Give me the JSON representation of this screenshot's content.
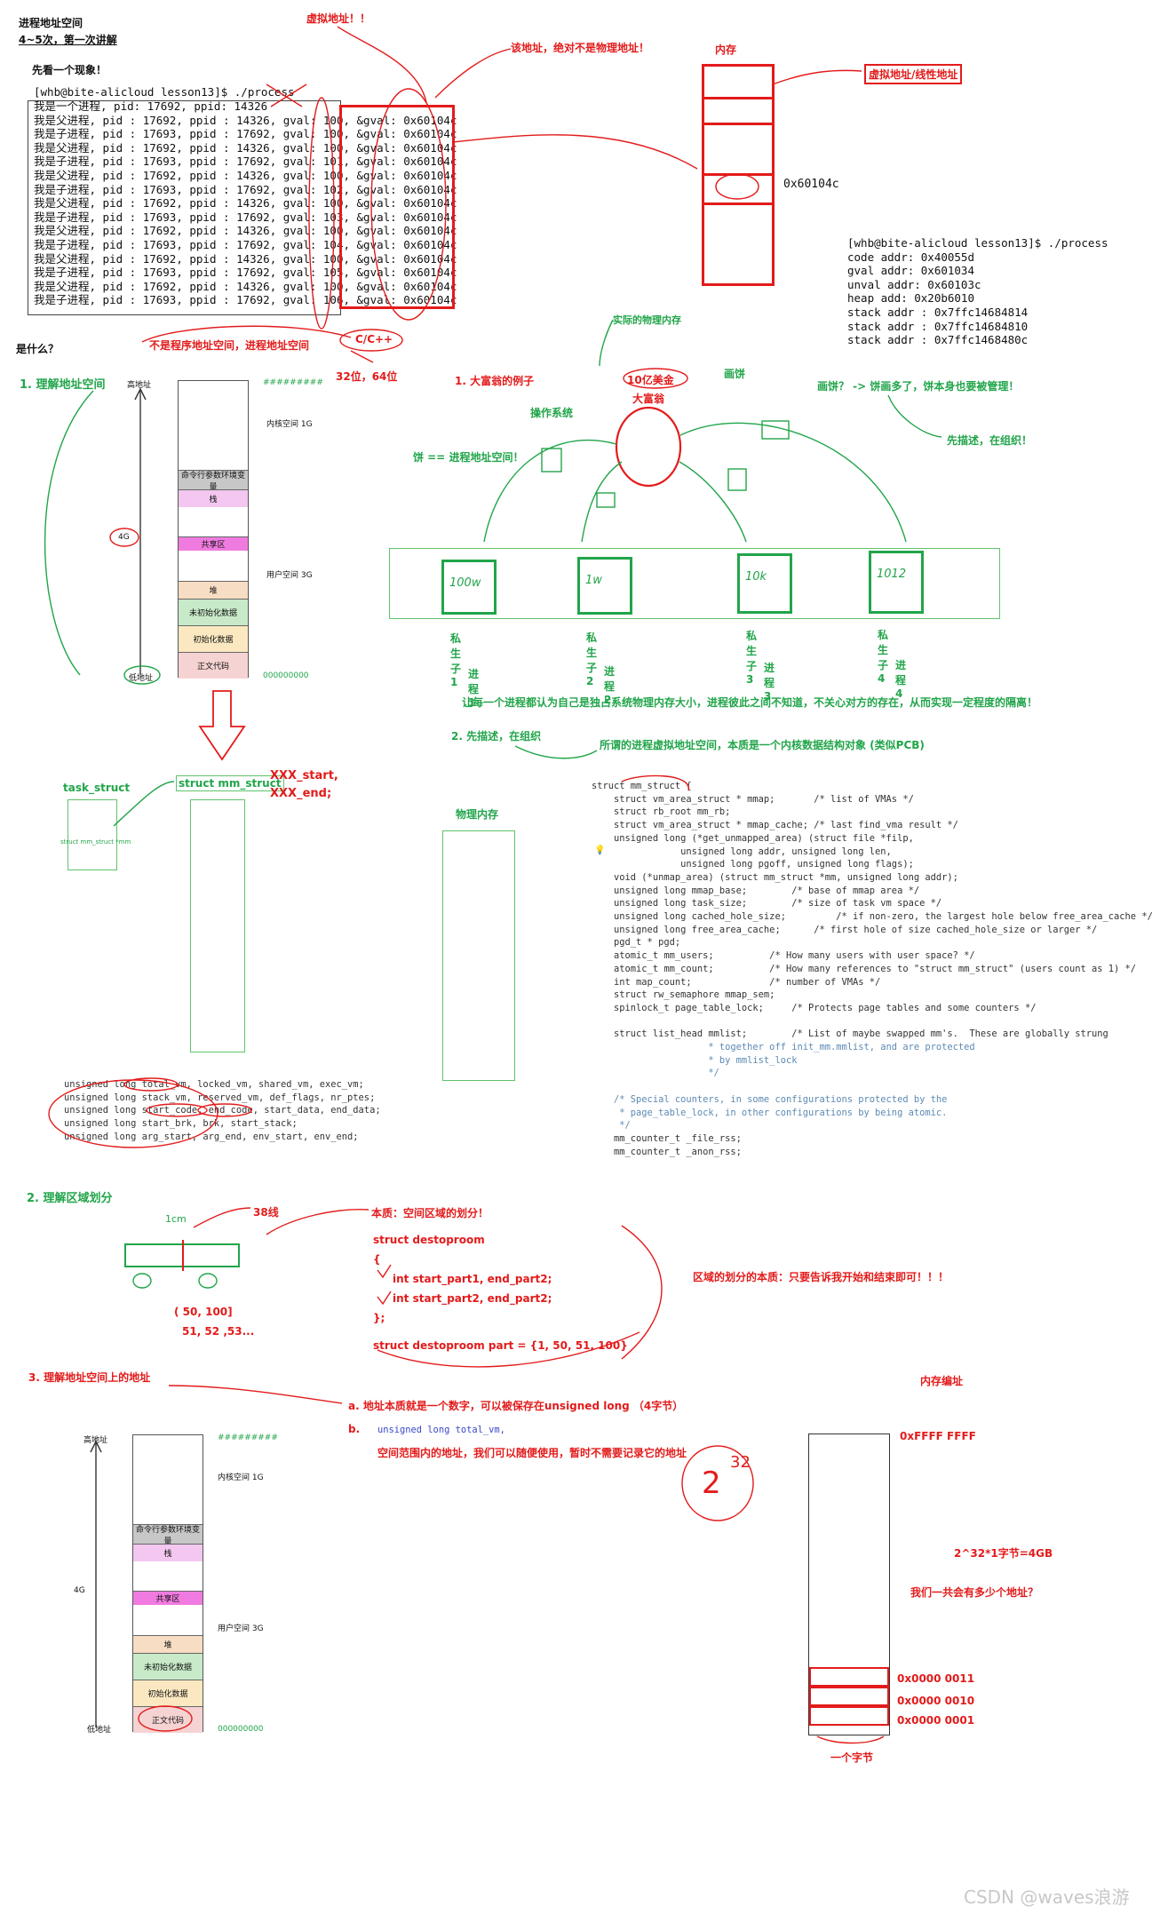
{
  "header": {
    "title": "进程地址空间",
    "subtitle": "4~5次，第一次讲解",
    "phenomenon": "先看一个现象！"
  },
  "terminal1": {
    "prompt": "[whb@bite-alicloud lesson13]$ ./process",
    "lines": [
      "我是一个进程, pid: 17692, ppid: 14326",
      "我是父进程, pid : 17692, ppid : 14326, gval: 100, &gval: 0x60104c",
      "我是子进程, pid : 17693, ppid : 17692, gval: 100, &gval: 0x60104c",
      "我是父进程, pid : 17692, ppid : 14326, gval: 100, &gval: 0x60104c",
      "我是子进程, pid : 17693, ppid : 17692, gval: 101, &gval: 0x60104c",
      "我是父进程, pid : 17692, ppid : 14326, gval: 100, &gval: 0x60104c",
      "我是子进程, pid : 17693, ppid : 17692, gval: 102, &gval: 0x60104c",
      "我是父进程, pid : 17692, ppid : 14326, gval: 100, &gval: 0x60104c",
      "我是子进程, pid : 17693, ppid : 17692, gval: 103, &gval: 0x60104c",
      "我是父进程, pid : 17692, ppid : 14326, gval: 100, &gval: 0x60104c",
      "我是子进程, pid : 17693, ppid : 17692, gval: 104, &gval: 0x60104c",
      "我是父进程, pid : 17692, ppid : 14326, gval: 100, &gval: 0x60104c",
      "我是子进程, pid : 17693, ppid : 17692, gval: 105, &gval: 0x60104c",
      "我是父进程, pid : 17692, ppid : 14326, gval: 100, &gval: 0x60104c",
      "我是子进程, pid : 17693, ppid : 17692, gval: 106, &gval: 0x60104c"
    ]
  },
  "terminal2": {
    "lines": [
      "[whb@bite-alicloud lesson13]$ ./process",
      "code addr: 0x40055d",
      "gval addr: 0x601034",
      "unval addr: 0x60103c",
      "heap add: 0x20b6010",
      "stack addr : 0x7ffc14684814",
      "stack addr : 0x7ffc14684810",
      "stack addr : 0x7ffc1468480c"
    ]
  },
  "annotations": {
    "virtual_addr": "虚拟地址！！",
    "not_physical": "该地址，绝对不是物理地址！",
    "memory": "内存",
    "virtual_linear": "虚拟地址/线性地址",
    "mem_addr": "0x60104c",
    "what_is": "是什么？",
    "not_program_space": "不是程序地址空间，进程地址空间",
    "cpp": "C/C++",
    "bits": "32位，64位",
    "understand_space": "1. 理解地址空间",
    "real_phys": "实际的物理内存",
    "rich_example": "1. 大富翁的例子",
    "billion": "10亿美金",
    "rich_man": "大富翁",
    "draw_cake": "画饼",
    "os": "操作系统",
    "cake_many": "画饼？ -> 饼画多了，饼本身也要被管理！",
    "describe_first": "先描述，在组织！",
    "cake_eq": "饼 == 进程地址空间！",
    "isolation": "让每一个进程都认为自己是独占系统物理内存大小，进程彼此之间不知道，不关心对方的存在，从而实现一定程度的隔离！",
    "describe_organize": "2. 先描述，在组织",
    "kernel_struct": "所谓的进程虚拟地址空间，本质是一个内核数据结构对象 (类似PCB)",
    "phys_mem": "物理内存",
    "task_struct": "task_struct",
    "mm_struct": "struct mm_struct",
    "xxx": "XXX_start,\nXXX_end;",
    "mm_ptr": "struct mm_struct *mm",
    "region": "2. 理解区域划分",
    "line38": "38线",
    "essence": "本质：空间区域的划分！",
    "struct_def": [
      "struct destoproom",
      "{",
      "int start_part1, end_part2;",
      "int start_part2, end_part2;",
      "};"
    ],
    "struct_init": "struct destoproom part = {1, 50, 51, 100}",
    "region_essence": "区域的划分的本质：只要告诉我开始和结束即可！！！",
    "range1": "(  50, 100]",
    "range2": "51, 52 ,53...",
    "hand_1cm": "1cm",
    "section3": "3. 理解地址空间上的地址",
    "addr_a": "a. 地址本质就是一个数字，可以被保存在unsigned long （4字节）",
    "addr_b_label": "b.",
    "addr_b_code": "unsigned long total_vm,",
    "addr_b_text": "空间范围内的地址，我们可以随便使用，暂时不需要记录它的地址",
    "mem_numbering": "内存编址",
    "ffff": "0xFFFF FFFF",
    "calc": "2^32*1字节=4GB",
    "how_many": "我们一共会有多少个地址？",
    "a11": "0x0000 0011",
    "a10": "0x0000 0010",
    "a01": "0x0000 0001",
    "one_byte": "一个字节",
    "hand_pow": "32",
    "hand_two": "2",
    "watermark": "CSDN @waves浪游"
  },
  "layout": {
    "high": "高地址",
    "low": "低地址",
    "g4": "4G",
    "kernel": "内核空间 1G",
    "user": "用户空间 3G",
    "env": "命令行参数环境变量",
    "stack": "栈",
    "shared": "共享区",
    "heap": "堆",
    "uninit": "未初始化数据",
    "init": "初始化数据",
    "text": "正文代码",
    "hash": "#########",
    "zeros": "000000000"
  },
  "children": [
    {
      "name": "私生子1",
      "proc": "进程1",
      "hand": "100w"
    },
    {
      "name": "私生子2",
      "proc": "进程2",
      "hand": "1w"
    },
    {
      "name": "私生子3",
      "proc": "进程3",
      "hand": "10k"
    },
    {
      "name": "私生子4",
      "proc": "进程4",
      "hand": "1012"
    }
  ],
  "mm_code": [
    "struct mm_struct {",
    "    struct vm_area_struct * mmap;       /* list of VMAs */",
    "    struct rb_root mm_rb;",
    "    struct vm_area_struct * mmap_cache; /* last find_vma result */",
    "    unsigned long (*get_unmapped_area) (struct file *filp,",
    "                unsigned long addr, unsigned long len,",
    "                unsigned long pgoff, unsigned long flags);",
    "    void (*unmap_area) (struct mm_struct *mm, unsigned long addr);",
    "    unsigned long mmap_base;        /* base of mmap area */",
    "    unsigned long task_size;        /* size of task vm space */",
    "    unsigned long cached_hole_size;         /* if non-zero, the largest hole below free_area_cache */",
    "    unsigned long free_area_cache;      /* first hole of size cached_hole_size or larger */",
    "    pgd_t * pgd;",
    "    atomic_t mm_users;          /* How many users with user space? */",
    "    atomic_t mm_count;          /* How many references to \"struct mm_struct\" (users count as 1) */",
    "    int map_count;              /* number of VMAs */",
    "    struct rw_semaphore mmap_sem;",
    "    spinlock_t page_table_lock;     /* Protects page tables and some counters */",
    "",
    "    struct list_head mmlist;        /* List of maybe swapped mm's.  These are globally strung",
    "                     * together off init_mm.mmlist, and are protected",
    "                     * by mmlist_lock",
    "                     */",
    "",
    "    /* Special counters, in some configurations protected by the",
    "     * page_table_lock, in other configurations by being atomic.",
    "     */",
    "    mm_counter_t _file_rss;",
    "    mm_counter_t _anon_rss;"
  ],
  "unsigned_code": [
    "unsigned long total_vm, locked_vm, shared_vm, exec_vm;",
    "unsigned long stack_vm, reserved_vm, def_flags, nr_ptes;",
    "unsigned long start_code, end_code, start_data, end_data;",
    "unsigned long start_brk, brk, start_stack;",
    "unsigned long arg_start, arg_end, env_start, env_end;"
  ],
  "colors": {
    "red": "#e31b1b",
    "green": "#21a54a",
    "env": "#c7c7c7",
    "stack": "#f3c7f0",
    "shared": "#f07be0",
    "heap": "#f7ddc3",
    "uninit": "#c8eac8",
    "init": "#fbe8c0",
    "text": "#f6d3d3"
  }
}
